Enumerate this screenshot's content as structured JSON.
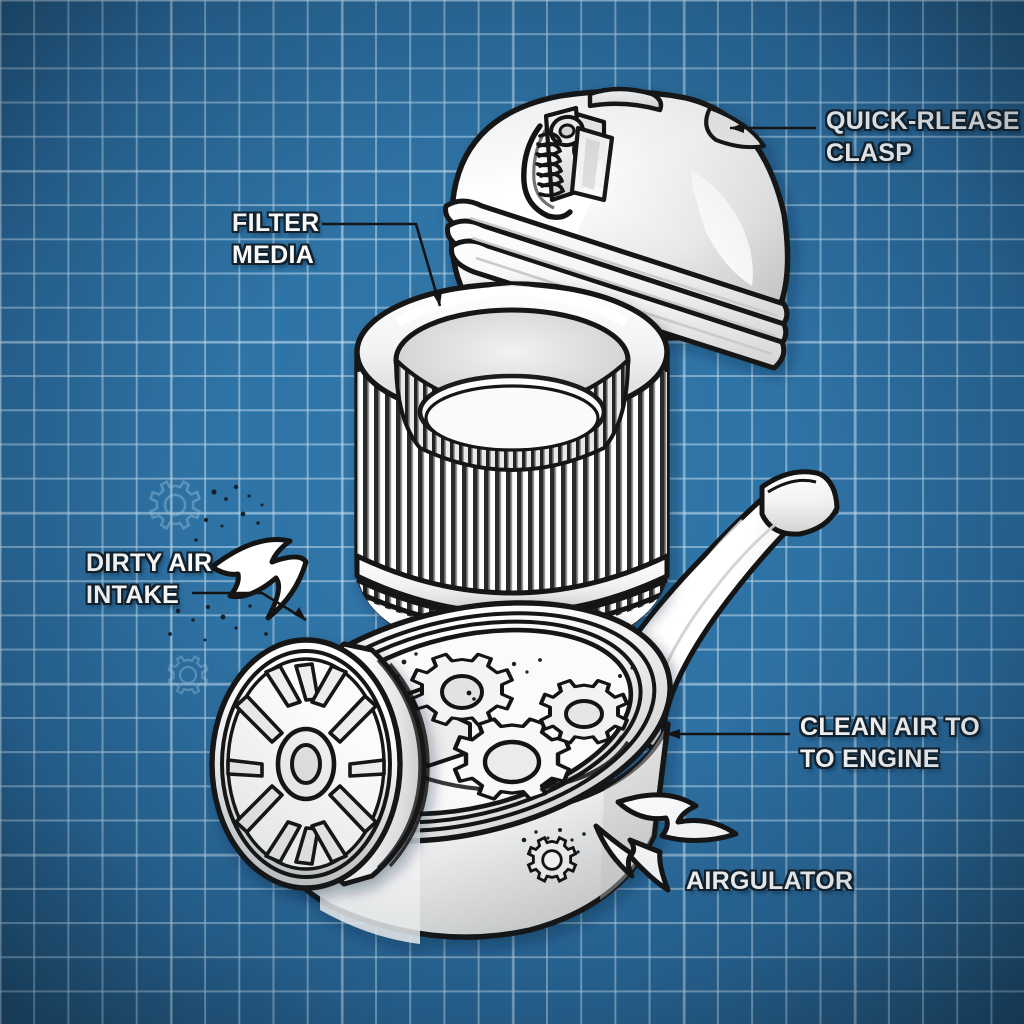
{
  "diagram": {
    "title": "Exploded air filter assembly blueprint",
    "style": "blueprint technical illustration, white line-art over blue grid",
    "background_color": "#2e72a4",
    "grid_line_color": "#bcd8ec",
    "line_color": "#141414",
    "part_fill_color": "#ffffff",
    "label_text_color": "#ffffff",
    "label_outline_color": "#12212c"
  },
  "labels": {
    "quick_release": "QUICK-RLEASE\nCLASP",
    "filter_media": "FILTER\nMEDIA",
    "dirty_air": "DIRTY AIR\nINTAKE",
    "clean_air": "CLEAN AIR TO\nTO ENGINE",
    "airgulator": "AIRGULATOR"
  },
  "parts": [
    {
      "id": "cover-dome",
      "name": "Domed filter cover / lid",
      "label_ref": "quick_release"
    },
    {
      "id": "clasp",
      "name": "Quick-release clasp with spring",
      "label_ref": "quick_release"
    },
    {
      "id": "filter-element",
      "name": "Pleated cylindrical filter media",
      "label_ref": "filter_media"
    },
    {
      "id": "housing-bowl",
      "name": "Lower housing bowl",
      "label_ref": "airgulator"
    },
    {
      "id": "impeller",
      "name": "Radial impeller / fan wheel",
      "label_ref": "dirty_air"
    },
    {
      "id": "gear-train",
      "name": "Internal gear train (3 gears)",
      "label_ref": "airgulator"
    },
    {
      "id": "outlet-tube",
      "name": "S-curved clean air outlet tube",
      "label_ref": "clean_air"
    }
  ],
  "flow_arrows": [
    {
      "id": "arrow-dirty-air",
      "name": "Dirty air intake arrow",
      "direction": "down-right",
      "style": "white swoosh"
    },
    {
      "id": "arrow-clean-air",
      "name": "Clean air outflow arrow",
      "direction": "right",
      "style": "white swoosh"
    },
    {
      "id": "arrow-airgulator",
      "name": "Airgulator discharge arrow",
      "direction": "down-right",
      "style": "white solid"
    }
  ],
  "leader_lines": [
    {
      "id": "leader-quick-release",
      "from_label": "quick_release",
      "to_part": "cover-dome",
      "arrowhead": "left"
    },
    {
      "id": "leader-filter-media",
      "from_label": "filter_media",
      "to_part": "filter-element",
      "arrowhead": "down-right"
    },
    {
      "id": "leader-dirty-air",
      "from_label": "dirty_air",
      "to_part": "impeller",
      "arrowhead": "down-right"
    },
    {
      "id": "leader-clean-air",
      "from_label": "clean_air",
      "to_part": "outlet-tube",
      "arrowhead": "left"
    }
  ],
  "decor": {
    "ghost_gears": "faint blue gear outlines on left margin",
    "debris_specks": "dark dirt particles near intake and on housing"
  }
}
